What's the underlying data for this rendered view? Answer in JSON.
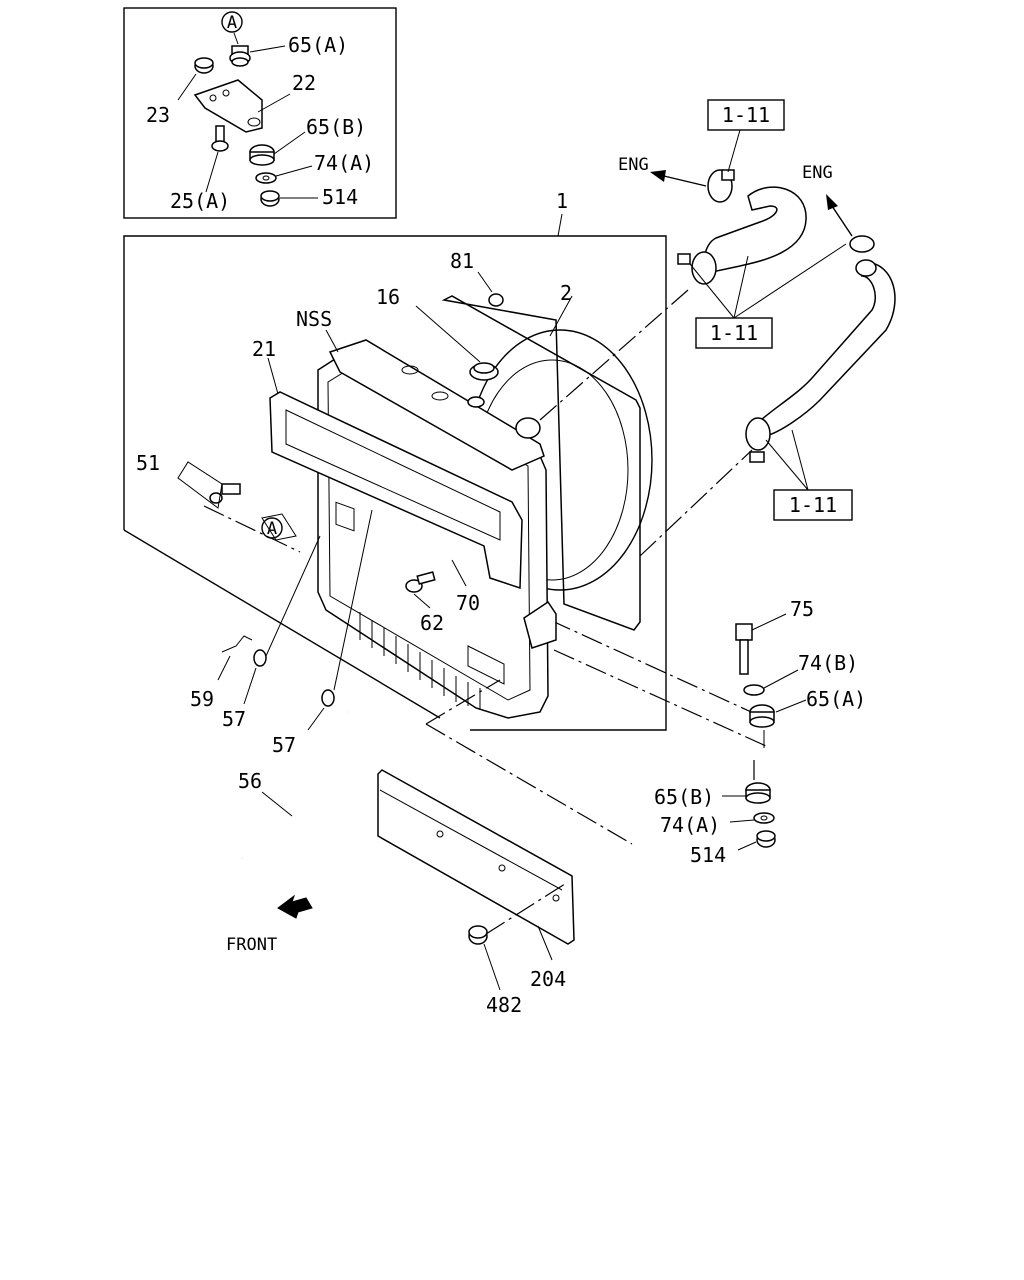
{
  "callouts": {
    "a_circle_top": "A",
    "p65a_top": "65(A)",
    "p22": "22",
    "p23": "23",
    "p65b_top": "65(B)",
    "p74a_top": "74(A)",
    "p25a": "25(A)",
    "p514_top": "514",
    "p1": "1",
    "p81": "81",
    "p2": "2",
    "p16": "16",
    "nss": "NSS",
    "p21": "21",
    "p51": "51",
    "a_circle_mid": "A",
    "p62": "62",
    "p70": "70",
    "p59": "59",
    "p57_a": "57",
    "p57_b": "57",
    "p56": "56",
    "front": "FRONT",
    "p204": "204",
    "p482": "482",
    "eng_left": "ENG",
    "eng_right": "ENG",
    "ref_1_11_top": "1-11",
    "ref_1_11_mid": "1-11",
    "ref_1_11_low": "1-11",
    "p75": "75",
    "p74b": "74(B)",
    "p65a_right": "65(A)",
    "p65b_right": "65(B)",
    "p74a_right": "74(A)",
    "p514_right": "514"
  }
}
